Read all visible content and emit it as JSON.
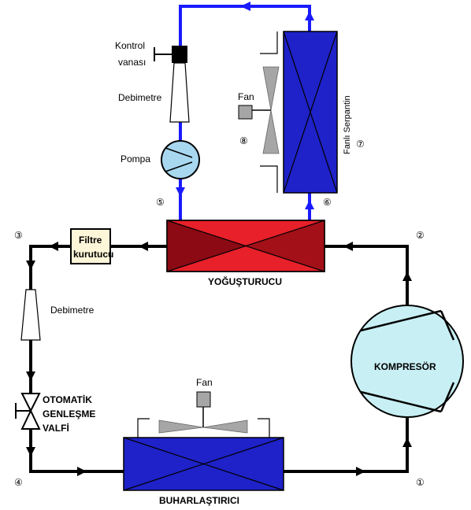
{
  "labels": {
    "kontrol_line1": "Kontrol",
    "kontrol_line2": "vanası",
    "debimetre_top": "Debimetre",
    "pompa": "Pompa",
    "fan_top": "Fan",
    "fanli_serpantin": "Fanlı Serpantin",
    "filtre_line1": "Filtre",
    "filtre_line2": "kurutucu",
    "yogusturucu": "YOĞUŞTURUCU",
    "debimetre_left": "Debimetre",
    "kompresor": "KOMPRESÖR",
    "otomatik_line1": "OTOMATİK",
    "otomatik_line2": "GENLEŞME",
    "otomatik_line3": "VALFİ",
    "fan_bottom": "Fan",
    "buharlastirici": "BUHARLAŞTIRICI"
  },
  "points": {
    "p1": "①",
    "p2": "②",
    "p3": "③",
    "p4": "④",
    "p5": "⑤",
    "p6": "⑥",
    "p7": "⑦",
    "p8": "⑧"
  },
  "colors": {
    "water_line": "#1a1aff",
    "refrigerant_line": "#000000",
    "condenser_dark": "#8b0a14",
    "condenser_light": "#e8202a",
    "coil_blue": "#1e22c8",
    "compressor_fill": "#c8f0f4",
    "pump_fill": "#a8d8f0",
    "fan_gray": "#a6a6a6",
    "filter_fill": "#fdf6d8"
  }
}
